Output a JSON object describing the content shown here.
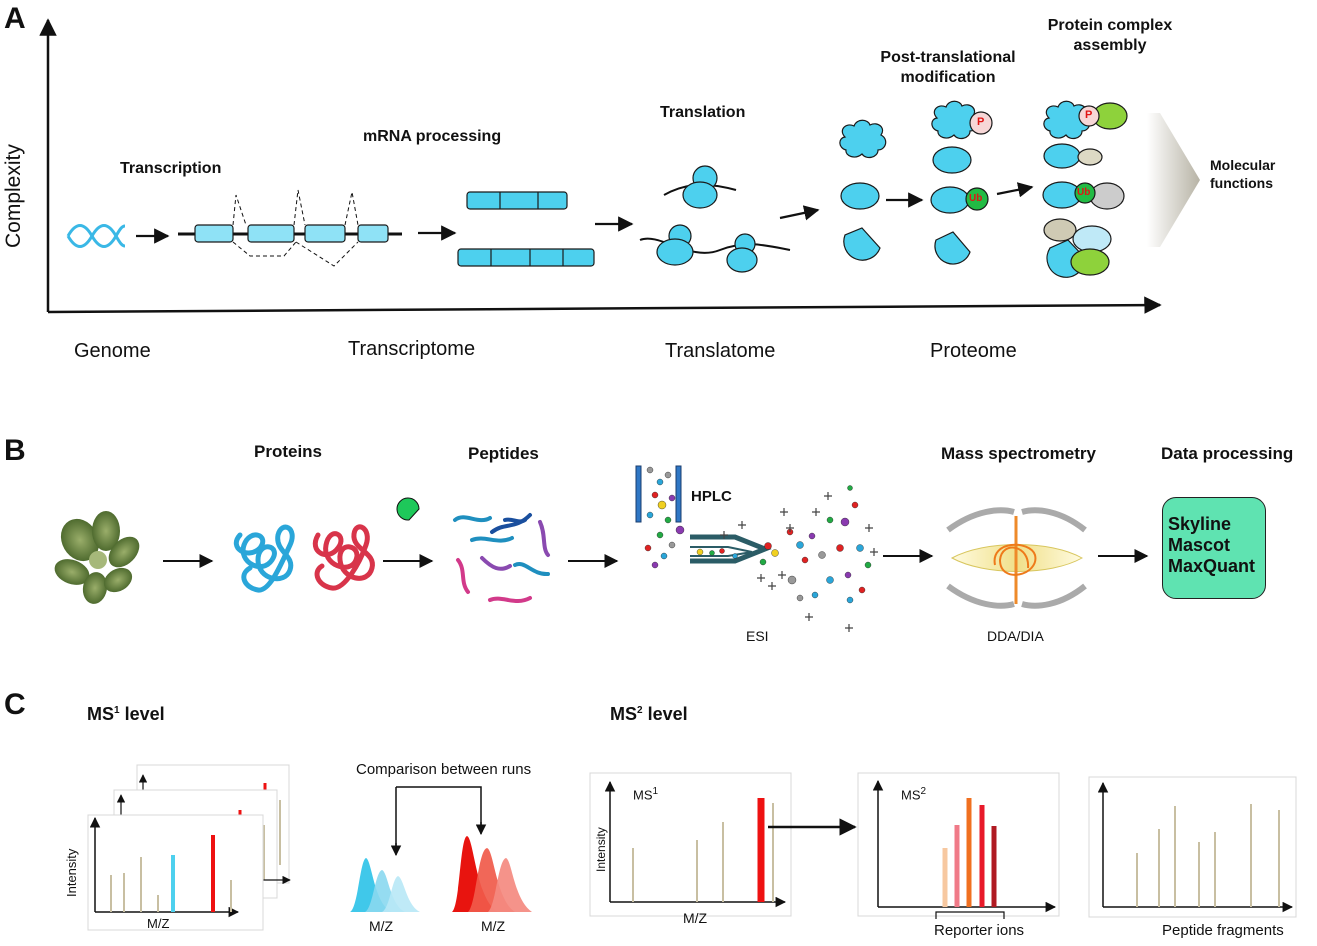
{
  "panels": {
    "a": "A",
    "b": "B",
    "c": "C"
  },
  "panel_a": {
    "y_axis": "Complexity",
    "stages": [
      "Genome",
      "Transcriptome",
      "Translatome",
      "Proteome"
    ],
    "steps": {
      "transcription": "Transcription",
      "mrna": "mRNA processing",
      "translation": "Translation",
      "ptm": [
        "Post-translational",
        "modification"
      ],
      "complex": [
        "Protein complex",
        "assembly"
      ],
      "functions": [
        "Molecular",
        "functions"
      ]
    },
    "marks": {
      "phospho": "P",
      "ubiquitin": "Ub"
    }
  },
  "panel_b": {
    "steps": {
      "proteins": "Proteins",
      "peptides": "Peptides",
      "ms": "Mass spectrometry",
      "data": "Data processing"
    },
    "hplc": "HPLC",
    "esi": "ESI",
    "dda": "DDA/DIA",
    "tools": [
      "Skyline",
      "Mascot",
      "MaxQuant"
    ]
  },
  "panel_c": {
    "ms1_title": {
      "prefix": "MS",
      "sup": "1",
      "suffix": " level"
    },
    "ms2_title": {
      "prefix": "MS",
      "sup": "2",
      "suffix": " level"
    },
    "intensity": "Intensity",
    "mz": "M/Z",
    "comparison": "Comparison  between  runs",
    "ms1_tag": {
      "prefix": "MS",
      "sup": "1"
    },
    "ms2_tag": {
      "prefix": "MS",
      "sup": "2"
    },
    "reporter": "Reporter ions",
    "fragments": "Peptide fragments"
  },
  "colors": {
    "cyan": "#4dd0ee",
    "red": "#ee1111",
    "green_box": "#5fe3b1",
    "stick": "#c8bfa2"
  }
}
